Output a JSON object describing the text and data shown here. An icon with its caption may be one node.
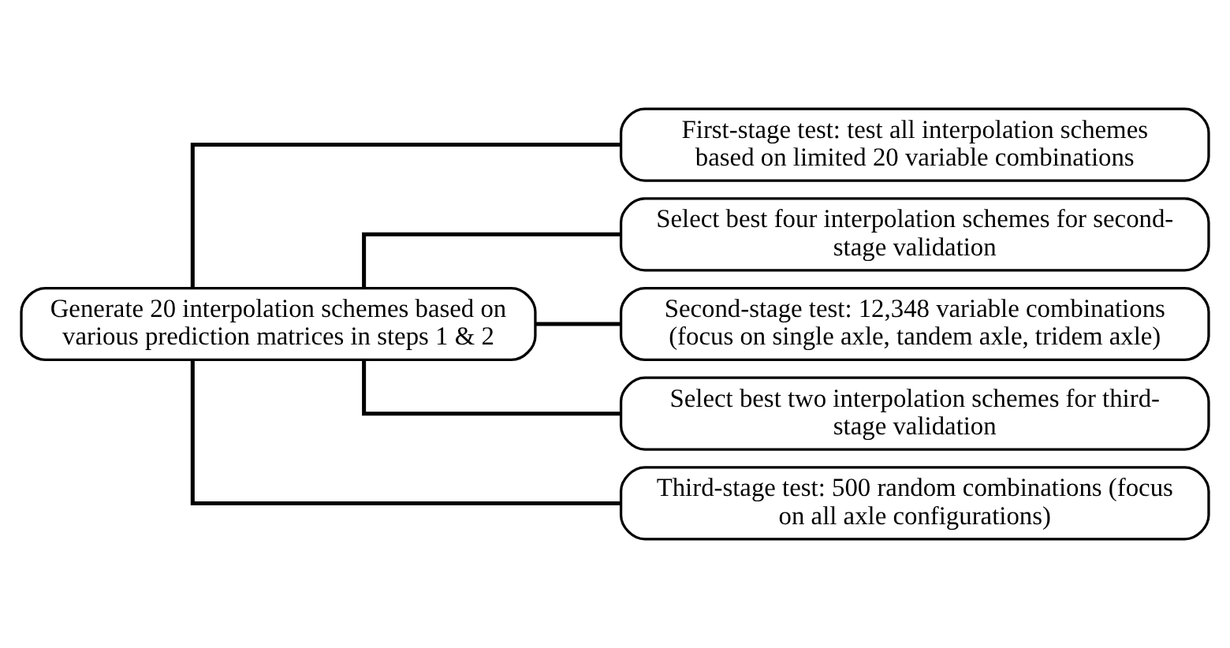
{
  "diagram": {
    "nodes": [
      {
        "text": [
          "Generate 20 interpolation schemes based on various prediction matrices in steps 1 & 2"
        ]
      },
      {
        "text": [
          "First-stage test: test all interpolation schemes based on limited 20 variable combinations"
        ]
      },
      {
        "text": [
          "Select best four interpolation schemes for second-stage validation"
        ]
      },
      {
        "text": [
          "Second-stage test: 12,348 variable combinations (focus on single axle, tandem axle, tridem axle)"
        ]
      },
      {
        "text": [
          "Select best two interpolation schemes for third-stage validation"
        ]
      },
      {
        "text": [
          "Third-stage test: 500 random combinations (focus on all axle configurations)"
        ]
      }
    ],
    "edges": [
      {
        "from": 0,
        "to": 1,
        "arrow": "none"
      },
      {
        "from": 0,
        "to": 2,
        "arrow": "none"
      },
      {
        "from": 0,
        "to": 3,
        "arrow": "none"
      },
      {
        "from": 0,
        "to": 4,
        "arrow": "none"
      },
      {
        "from": 0,
        "to": 5,
        "arrow": "none"
      }
    ]
  }
}
